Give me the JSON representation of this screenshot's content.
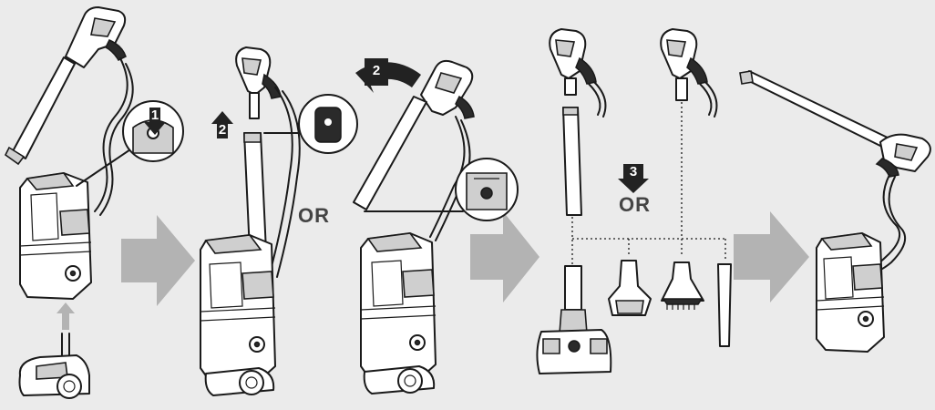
{
  "labels": {
    "or_left": "OR",
    "or_right": "OR"
  },
  "steps": {
    "detach_number": "1",
    "lift_number": "2",
    "swing_number": "2",
    "attach_number": "3"
  },
  "colors": {
    "background": "#ebebeb",
    "flow_arrow": "#b3b3b3",
    "outline": "#1a1a1a",
    "badge": "#222222"
  },
  "icons": {
    "flow": "large-right-arrow-icon",
    "step_badge": "numbered-step-arrow-icon"
  }
}
